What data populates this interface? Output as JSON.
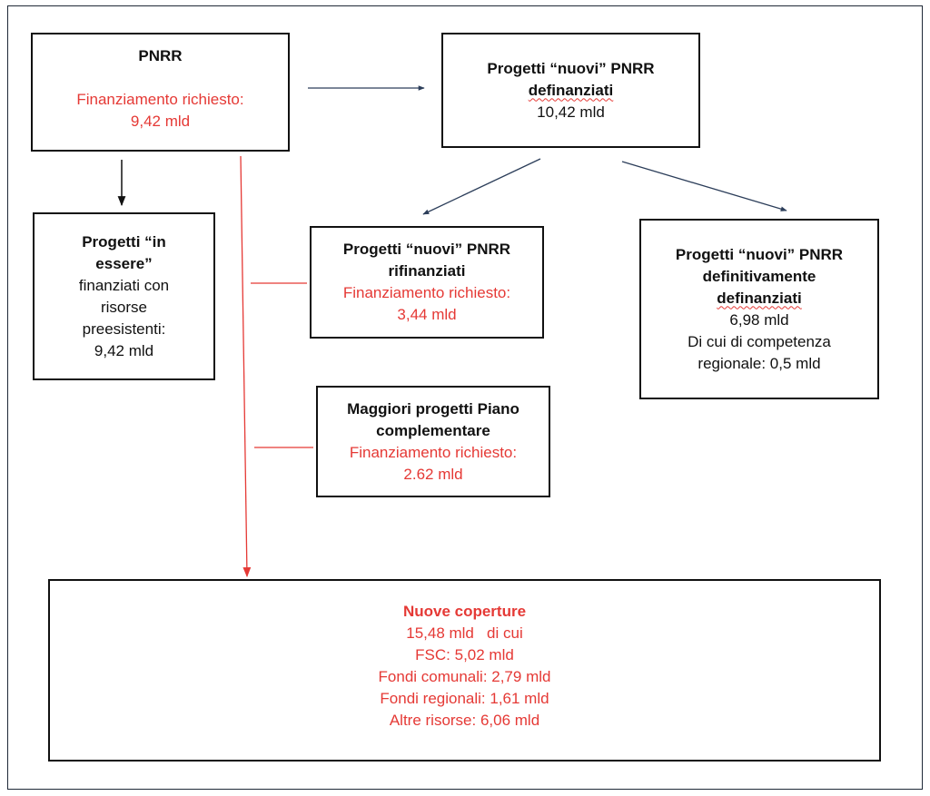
{
  "colors": {
    "black_connector": "#111111",
    "navy_connector": "#2c3e5a",
    "red_connector": "#e53935",
    "highlight_text": "#e53935"
  },
  "pnrr": {
    "title": "PNRR",
    "funding_label": "Finanziamento richiesto:",
    "funding_value": "9,42 mld"
  },
  "definanziati": {
    "title": "Progetti “nuovi” PNRR",
    "title_word": "definanziati",
    "value": "10,42 mld"
  },
  "in_essere": {
    "title_line1": "Progetti “in",
    "title_line2": "essere”",
    "line3": "finanziati con",
    "line4": "risorse",
    "line5": "preesistenti:",
    "value": "9,42 mld"
  },
  "rifinanziati": {
    "title_line1": "Progetti “nuovi” PNRR",
    "title_line2": "rifinanziati",
    "funding_label": "Finanziamento  richiesto:",
    "funding_value": "3,44 mld"
  },
  "definitivamente": {
    "title_line1": "Progetti “nuovi” PNRR",
    "title_line2": "definitivamente",
    "title_word": "definanziati",
    "value": "6,98 mld",
    "note_line1": "Di cui di competenza",
    "note_line2": "regionale: 0,5 mld"
  },
  "complementare": {
    "title_line1": "Maggiori progetti Piano",
    "title_line2": "complementare",
    "funding_label": "Finanziamento richiesto:",
    "funding_value": "2.62 mld"
  },
  "coperture": {
    "title": "Nuove coperture",
    "total": "15,48 mld   di cui",
    "items": [
      "FSC: 5,02 mld",
      "Fondi comunali: 2,79 mld",
      "Fondi regionali: 1,61 mld",
      "Altre risorse: 6,06 mld"
    ]
  }
}
